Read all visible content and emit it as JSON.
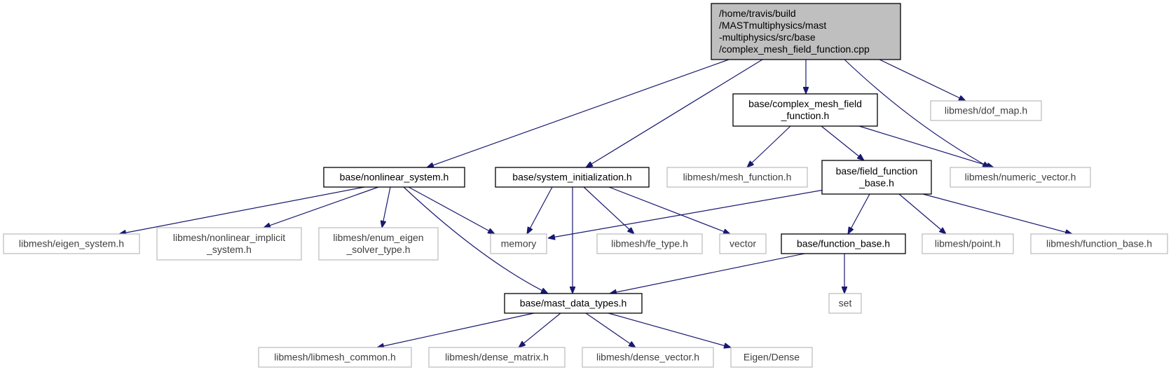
{
  "graph": {
    "nodes": [
      {
        "id": "root",
        "label_lines": [
          "/home/travis/build",
          "/MASTmultiphysics/mast",
          "-multiphysics/src/base",
          "/complex_mesh_field_function.cpp"
        ],
        "style": "root"
      },
      {
        "id": "cmff_h",
        "label_lines": [
          "base/complex_mesh_field",
          "_function.h"
        ],
        "style": "internal"
      },
      {
        "id": "dof_map",
        "label_lines": [
          "libmesh/dof_map.h"
        ],
        "style": "external"
      },
      {
        "id": "nonlinear_system",
        "label_lines": [
          "base/nonlinear_system.h"
        ],
        "style": "internal"
      },
      {
        "id": "system_init",
        "label_lines": [
          "base/system_initialization.h"
        ],
        "style": "internal"
      },
      {
        "id": "mesh_function",
        "label_lines": [
          "libmesh/mesh_function.h"
        ],
        "style": "external"
      },
      {
        "id": "ffb",
        "label_lines": [
          "base/field_function",
          "_base.h"
        ],
        "style": "internal"
      },
      {
        "id": "numeric_vector",
        "label_lines": [
          "libmesh/numeric_vector.h"
        ],
        "style": "external"
      },
      {
        "id": "eigen_system",
        "label_lines": [
          "libmesh/eigen_system.h"
        ],
        "style": "external"
      },
      {
        "id": "nl_implicit",
        "label_lines": [
          "libmesh/nonlinear_implicit",
          "_system.h"
        ],
        "style": "external"
      },
      {
        "id": "enum_eigen",
        "label_lines": [
          "libmesh/enum_eigen",
          "_solver_type.h"
        ],
        "style": "external"
      },
      {
        "id": "memory",
        "label_lines": [
          "memory"
        ],
        "style": "external"
      },
      {
        "id": "fe_type",
        "label_lines": [
          "libmesh/fe_type.h"
        ],
        "style": "external"
      },
      {
        "id": "vector",
        "label_lines": [
          "vector"
        ],
        "style": "external"
      },
      {
        "id": "function_base",
        "label_lines": [
          "base/function_base.h"
        ],
        "style": "internal"
      },
      {
        "id": "point",
        "label_lines": [
          "libmesh/point.h"
        ],
        "style": "external"
      },
      {
        "id": "lm_function_base",
        "label_lines": [
          "libmesh/function_base.h"
        ],
        "style": "external"
      },
      {
        "id": "set",
        "label_lines": [
          "set"
        ],
        "style": "external"
      },
      {
        "id": "mast_data_types",
        "label_lines": [
          "base/mast_data_types.h"
        ],
        "style": "internal"
      },
      {
        "id": "libmesh_common",
        "label_lines": [
          "libmesh/libmesh_common.h"
        ],
        "style": "external"
      },
      {
        "id": "dense_matrix",
        "label_lines": [
          "libmesh/dense_matrix.h"
        ],
        "style": "external"
      },
      {
        "id": "dense_vector",
        "label_lines": [
          "libmesh/dense_vector.h"
        ],
        "style": "external"
      },
      {
        "id": "eigen_dense",
        "label_lines": [
          "Eigen/Dense"
        ],
        "style": "external"
      }
    ],
    "edges": [
      [
        "root",
        "nonlinear_system"
      ],
      [
        "root",
        "system_init"
      ],
      [
        "root",
        "cmff_h"
      ],
      [
        "root",
        "numeric_vector"
      ],
      [
        "root",
        "dof_map"
      ],
      [
        "cmff_h",
        "mesh_function"
      ],
      [
        "cmff_h",
        "ffb"
      ],
      [
        "cmff_h",
        "numeric_vector"
      ],
      [
        "nonlinear_system",
        "eigen_system"
      ],
      [
        "nonlinear_system",
        "nl_implicit"
      ],
      [
        "nonlinear_system",
        "enum_eigen"
      ],
      [
        "nonlinear_system",
        "memory"
      ],
      [
        "nonlinear_system",
        "mast_data_types"
      ],
      [
        "system_init",
        "memory"
      ],
      [
        "system_init",
        "mast_data_types"
      ],
      [
        "system_init",
        "fe_type"
      ],
      [
        "system_init",
        "vector"
      ],
      [
        "ffb",
        "memory"
      ],
      [
        "ffb",
        "function_base"
      ],
      [
        "ffb",
        "point"
      ],
      [
        "ffb",
        "lm_function_base"
      ],
      [
        "function_base",
        "mast_data_types"
      ],
      [
        "function_base",
        "set"
      ],
      [
        "mast_data_types",
        "libmesh_common"
      ],
      [
        "mast_data_types",
        "dense_matrix"
      ],
      [
        "mast_data_types",
        "dense_vector"
      ],
      [
        "mast_data_types",
        "eigen_dense"
      ]
    ]
  },
  "colors": {
    "edge": "#191970",
    "internal_border": "#000000",
    "external_border": "#bfbfbf",
    "root_fill": "#bfbfbf",
    "internal_text": "#000000",
    "external_text": "#404040"
  }
}
